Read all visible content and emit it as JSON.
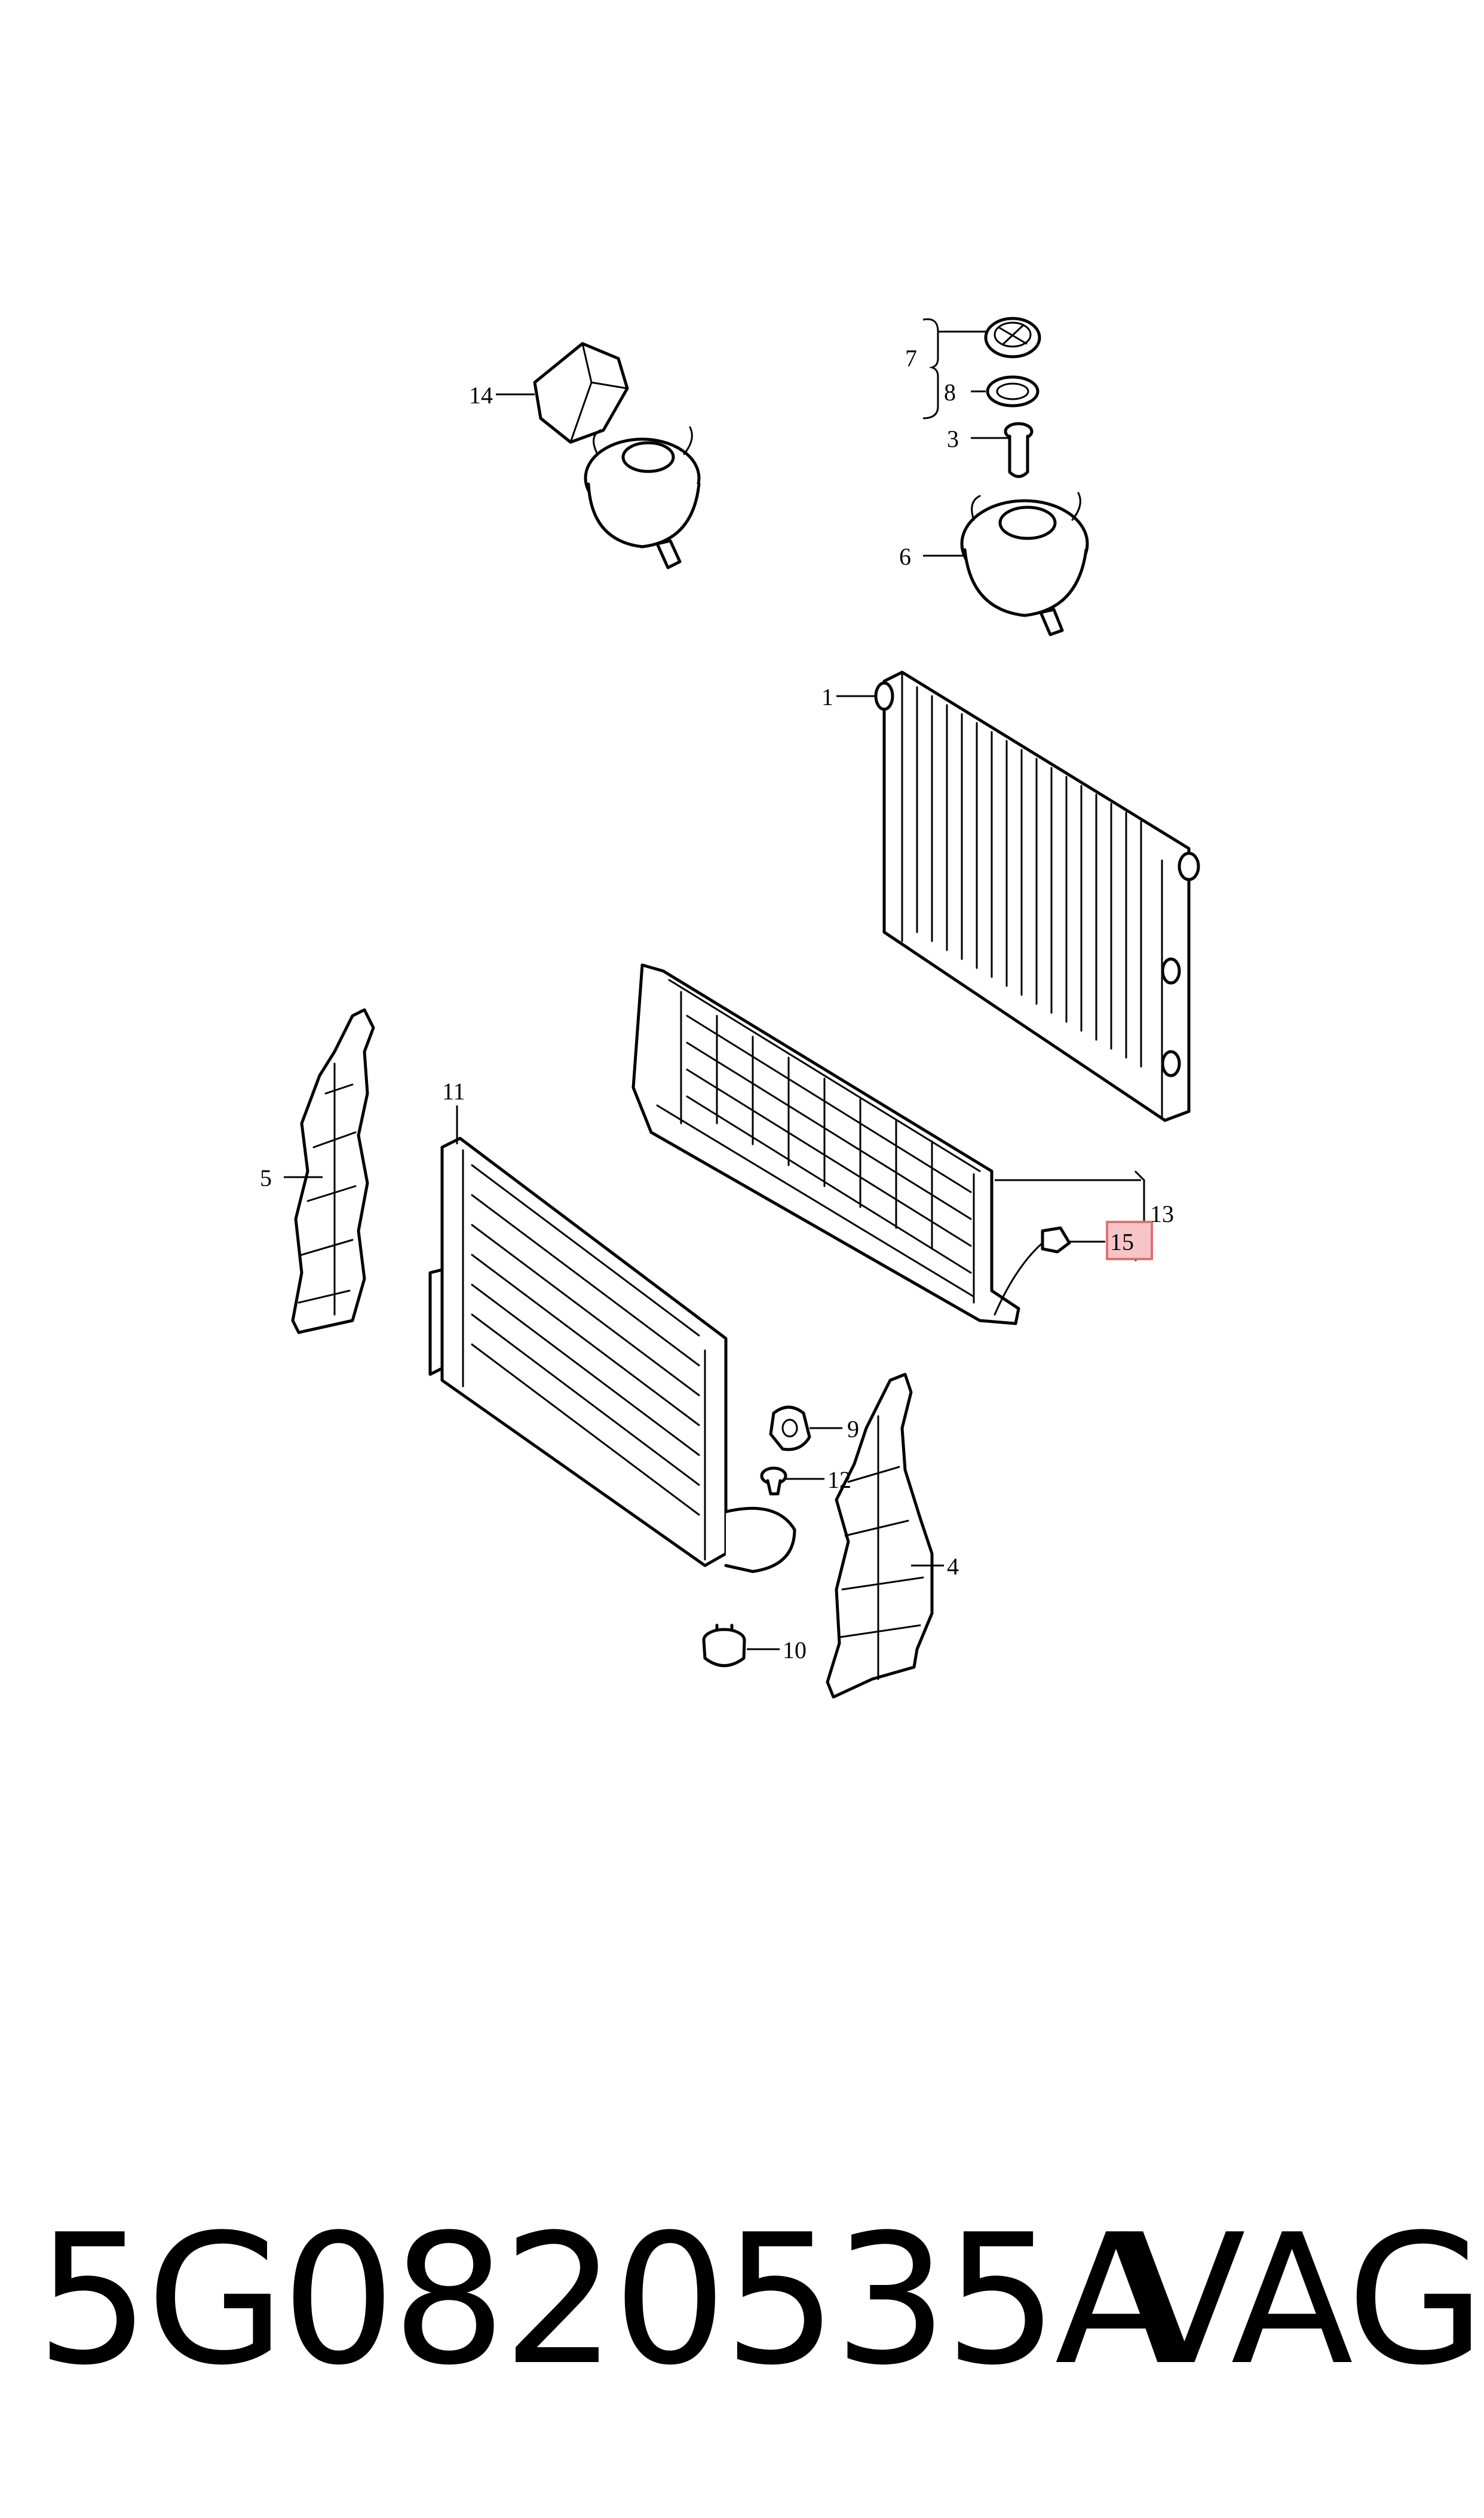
{
  "callouts": {
    "c1": "1",
    "c3": "3",
    "c4": "4",
    "c5": "5",
    "c6": "6",
    "c7": "7",
    "c8": "8",
    "c9": "9",
    "c10": "10",
    "c11": "11",
    "c12": "12",
    "c13": "13",
    "c14": "14",
    "c15": "15"
  },
  "highlighted_callout": "15",
  "highlight_color": "#f7c5c8",
  "highlight_border_color": "#e07070",
  "footer": {
    "part_number": "5G0820535A",
    "brand": "VAG"
  }
}
